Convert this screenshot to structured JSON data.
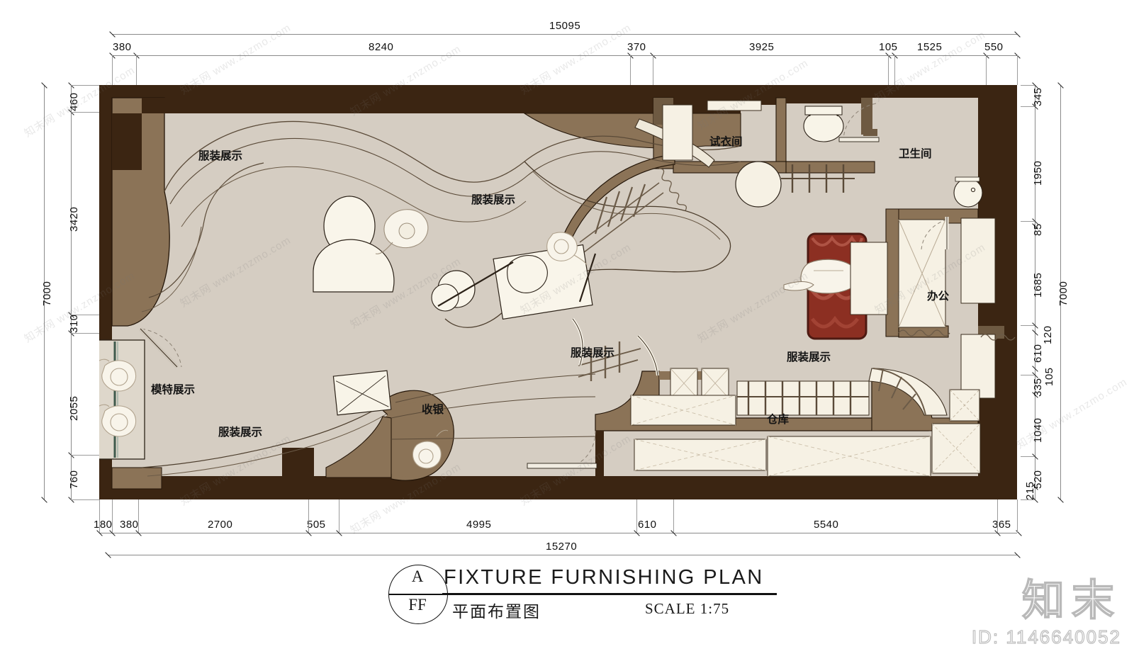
{
  "drawing": {
    "title_en": "FIXTURE  FURNISHING  PLAN",
    "title_cn": "平面布置图",
    "scale": "SCALE 1:75",
    "detail_tag_top": "A",
    "detail_tag_bottom": "FF"
  },
  "watermark": {
    "brand": "知末",
    "id": "ID: 1146640052",
    "repeat_text": "知末网 www.znzmo.com"
  },
  "dimensions": {
    "top_total": "15095",
    "top_chain": [
      "380",
      "8240",
      "370",
      "3925",
      "105",
      "1525",
      "550"
    ],
    "bottom_total": "15270",
    "bottom_chain": [
      "180",
      "380",
      "2700",
      "505",
      "4995",
      "610",
      "5540",
      "365"
    ],
    "left_total": "7000",
    "left_chain": [
      "460",
      "3420",
      "310",
      "2055",
      "760"
    ],
    "right_total": "7000",
    "right_chain": [
      "345",
      "1950",
      "85",
      "1685",
      "120",
      "610",
      "105",
      "335",
      "1040",
      "520",
      "215"
    ]
  },
  "rooms": [
    {
      "id": "display-nw",
      "label": "服装展示"
    },
    {
      "id": "display-n",
      "label": "服装展示"
    },
    {
      "id": "fitting-room",
      "label": "试衣间"
    },
    {
      "id": "restroom",
      "label": "卫生间"
    },
    {
      "id": "office",
      "label": "办公"
    },
    {
      "id": "display-mid",
      "label": "服装展示"
    },
    {
      "id": "display-e",
      "label": "服装展示"
    },
    {
      "id": "warehouse",
      "label": "仓库"
    },
    {
      "id": "mannequin",
      "label": "模特展示"
    },
    {
      "id": "display-sw",
      "label": "服装展示"
    },
    {
      "id": "cashier",
      "label": "收银"
    }
  ],
  "colors": {
    "outer_wall": "#3b2512",
    "inner_wall": "#8b7357",
    "floor": "#d5cdc2",
    "fixture_fill": "#f6f1e4",
    "carpet": "#8c2f22",
    "dimension_line": "#8a8a8a",
    "text": "#111111"
  }
}
